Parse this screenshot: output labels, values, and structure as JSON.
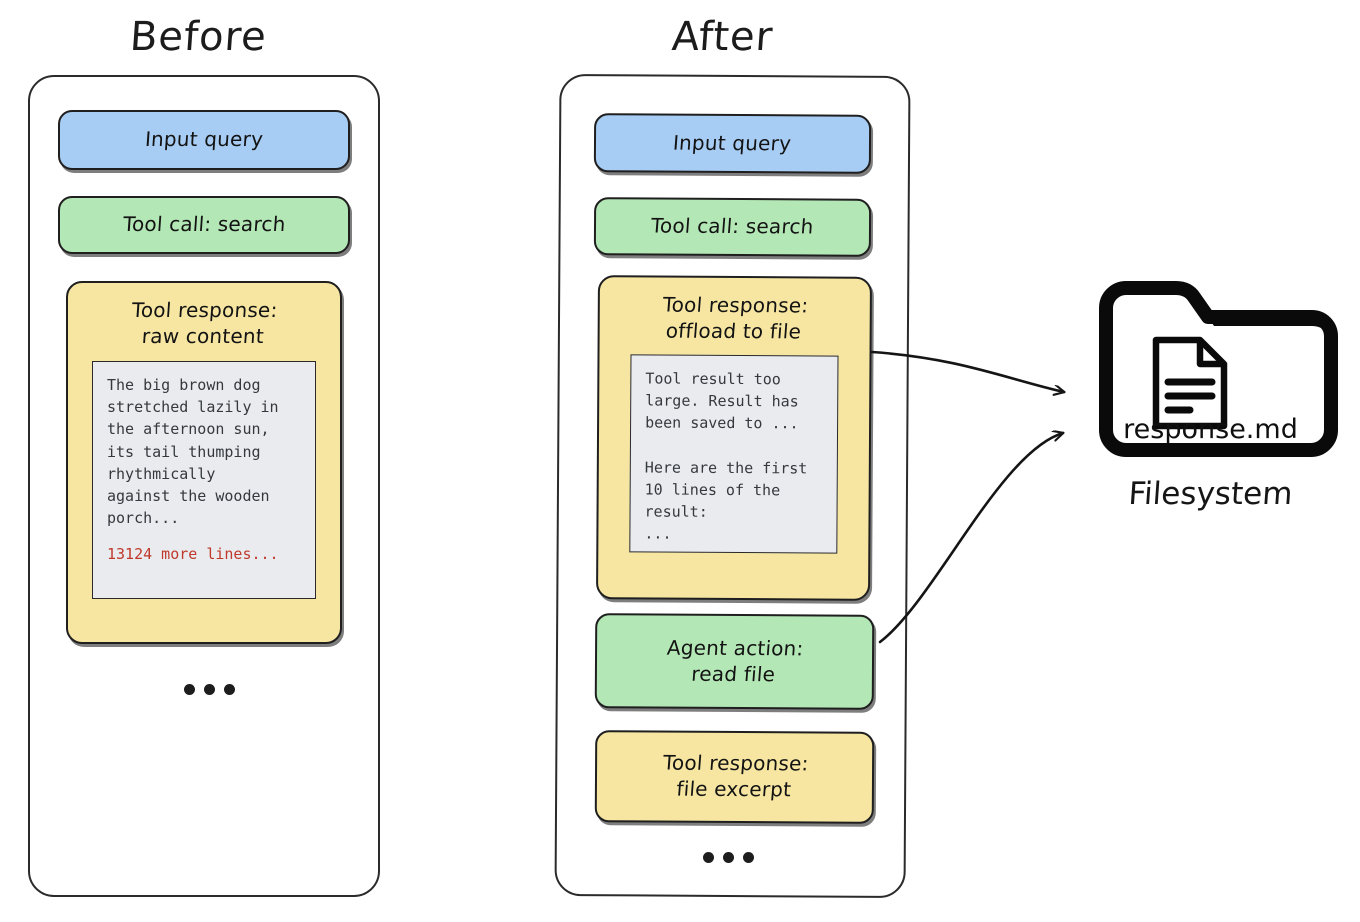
{
  "diagram": {
    "panels": [
      {
        "title": "Before",
        "blocks": [
          {
            "type": "block",
            "color": "blue",
            "label": "Input query",
            "name": "input-query-block"
          },
          {
            "type": "block",
            "color": "green",
            "label": "Tool call: search",
            "name": "tool-call-block"
          },
          {
            "type": "card",
            "color": "yellow",
            "label": "Tool response:\nraw content",
            "name": "tool-response-raw-card",
            "code": "The big brown dog\nstretched lazily in\nthe afternoon sun,\nits tail thumping\nrhythmically\nagainst the wooden\nporch...",
            "code_more": "13124 more lines..."
          }
        ],
        "ellipsis": "•••"
      },
      {
        "title": "After",
        "blocks": [
          {
            "type": "block",
            "color": "blue",
            "label": "Input query",
            "name": "input-query-block"
          },
          {
            "type": "block",
            "color": "green",
            "label": "Tool call: search",
            "name": "tool-call-block"
          },
          {
            "type": "card",
            "color": "yellow",
            "label": "Tool response:\noffload to file",
            "name": "tool-response-offload-card",
            "code": "Tool result too\nlarge. Result has\nbeen saved to ...\n\nHere are the first\n10 lines of the\nresult:\n...",
            "code_more": ""
          },
          {
            "type": "block",
            "color": "green",
            "label": "Agent action:\nread file",
            "name": "agent-action-block"
          },
          {
            "type": "block",
            "color": "yellow",
            "label": "Tool response:\nfile excerpt",
            "name": "tool-response-excerpt-block"
          }
        ],
        "ellipsis": "•••"
      }
    ],
    "filesystem": {
      "file_name": "response.md",
      "caption": "Filesystem",
      "folder_icon": "folder-icon",
      "document_icon": "document-icon"
    },
    "arrows": [
      {
        "name": "arrow-offload-to-filesystem",
        "from": "tool-response-offload-card",
        "to": "filesystem"
      },
      {
        "name": "arrow-read-file-from-filesystem",
        "from": "agent-action-block",
        "to": "filesystem"
      }
    ],
    "colors": {
      "blue": "#a8cdf4",
      "green": "#b3e7b5",
      "yellow": "#f6e6a2",
      "code_bg": "#e9ebee",
      "accent_red": "#c0392b",
      "stroke": "#1f1f1f"
    }
  }
}
